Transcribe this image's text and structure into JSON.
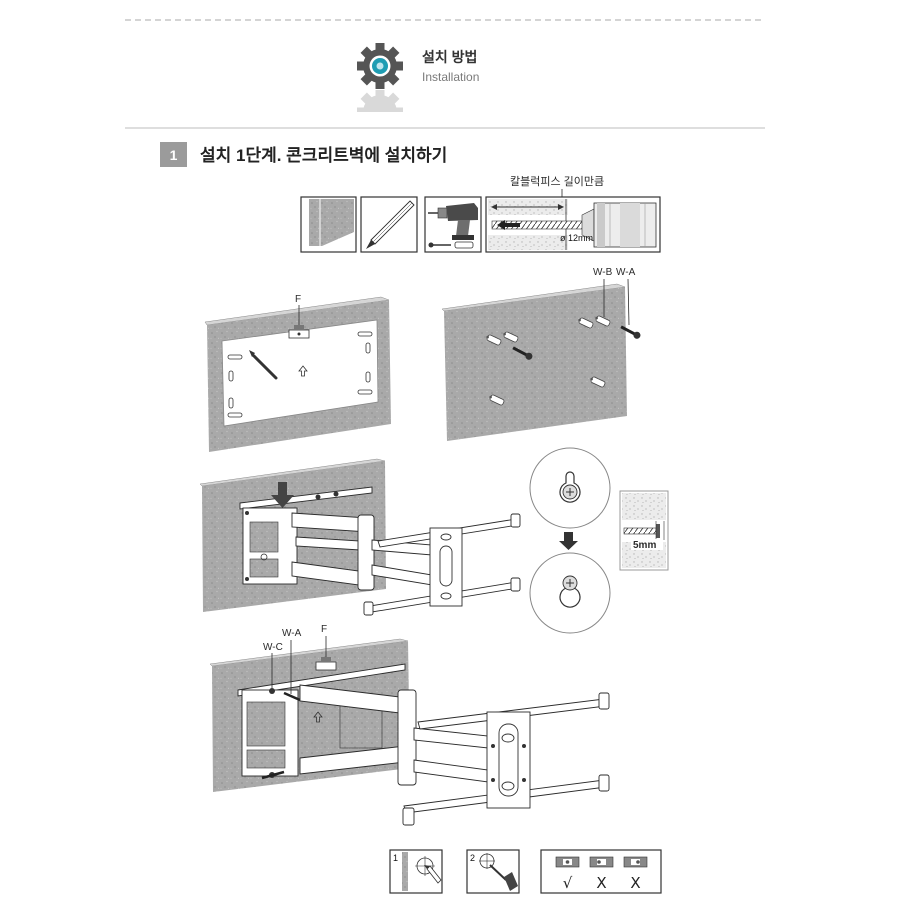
{
  "header": {
    "title": "설치 방법",
    "subtitle": "Installation",
    "icon": "gear-icon"
  },
  "step": {
    "number": "1",
    "title": "설치 1단계. 콘크리트벽에 설치하기"
  },
  "tools": {
    "depth_label": "칼블럭피스 길이만큼",
    "diameter_label": "ø 12mm",
    "icons": [
      "wall-icon",
      "pencil-icon",
      "drill-icon",
      "drill-depth-icon"
    ]
  },
  "figure1": {
    "level_label": "F"
  },
  "figure2": {
    "labels": [
      "W-B",
      "W-A"
    ]
  },
  "figure3": {
    "depth_label": "5mm"
  },
  "figure4": {
    "labels": [
      "W-C",
      "W-A",
      "F"
    ]
  },
  "bottom": {
    "step1": "1",
    "step2": "2",
    "level_marks": [
      "√",
      "X",
      "X"
    ]
  },
  "colors": {
    "accent": "#1f9db3",
    "badge": "#9b9b9b",
    "ink": "#2b2b2b"
  }
}
